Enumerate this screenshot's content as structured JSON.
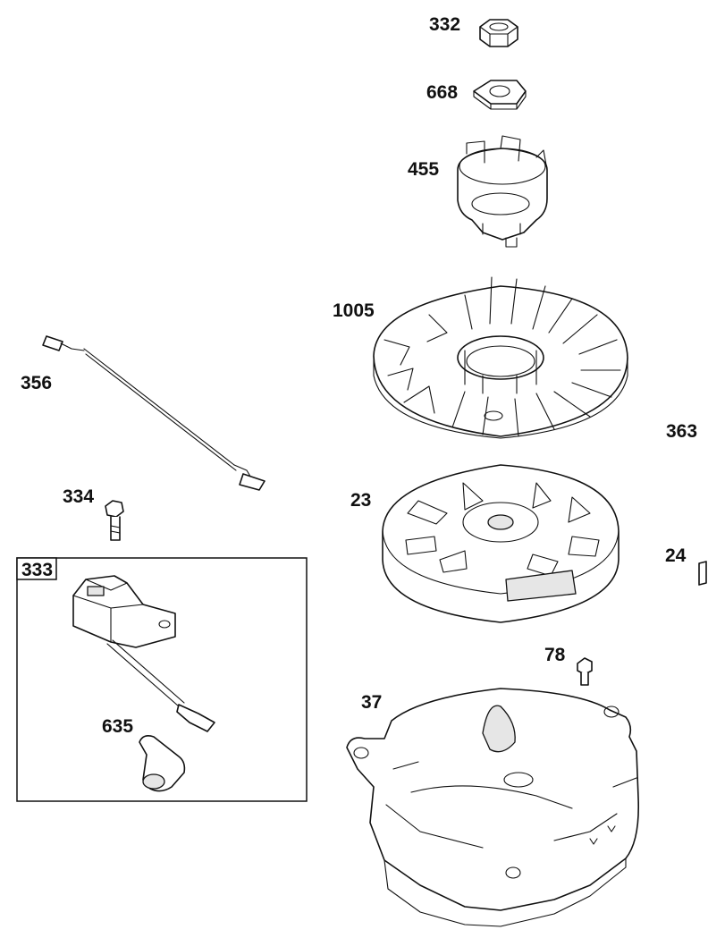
{
  "labels": {
    "p332": "332",
    "p668": "668",
    "p455": "455",
    "p1005": "1005",
    "p356": "356",
    "p363": "363",
    "p334": "334",
    "p23": "23",
    "p24": "24",
    "p333": "333",
    "p78": "78",
    "p37": "37",
    "p635": "635"
  }
}
